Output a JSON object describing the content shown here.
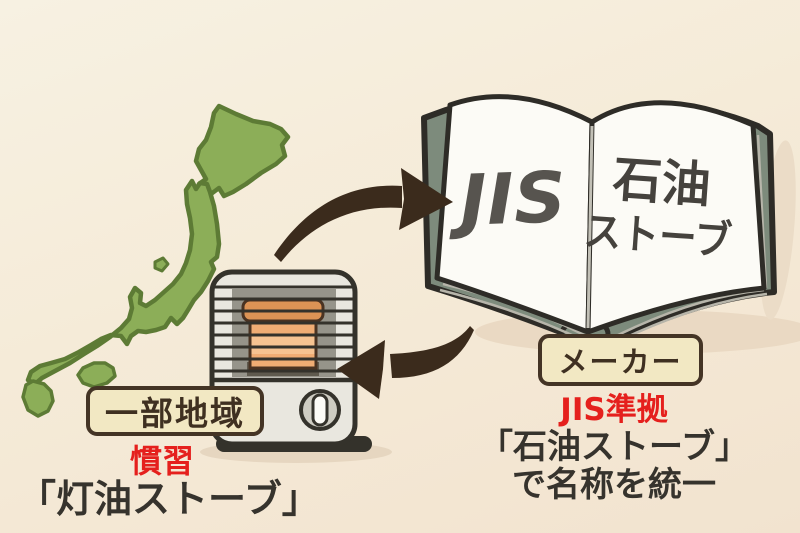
{
  "figure": {
    "description": "Infographic: in some regions of Japan the heater is customarily called 灯油ストーブ, while JIS and manufacturers unify the name as 石油ストーブ",
    "book": {
      "left_page_text": "JIS",
      "right_page_line1": "石油",
      "right_page_line2": "ストーブ"
    },
    "left_caption": {
      "badge": "一部地域",
      "subtitle": "慣習",
      "title": "「灯油ストーブ」"
    },
    "right_caption": {
      "badge": "メーカー",
      "subtitle": "JIS準拠",
      "title_line1": "「石油ストーブ」",
      "title_line2": "で名称を統一"
    },
    "colors": {
      "background": "#f5ebd8",
      "accent_red": "#e5201d",
      "ink_dark": "#36332d",
      "badge_background": "#f2e8c3",
      "badge_border": "#443425",
      "map_green_fill": "#8cae58",
      "map_green_outline": "#5d7b35",
      "arrow_brown": "#3b2b1c",
      "book_cover": "#7d8b7c",
      "book_page": "#fcfbf6",
      "stove_body": "#e9e7df",
      "stove_glow_orange": "#f0ad74"
    },
    "icons": [
      {
        "name": "japan-map",
        "meaning": "stylized map of Japan"
      },
      {
        "name": "kerosene-stove",
        "meaning": "cartoon kerosene heater"
      },
      {
        "name": "open-book",
        "meaning": "open standards book"
      },
      {
        "name": "arrow-to-book",
        "meaning": "curved arrow from stove to book"
      },
      {
        "name": "arrow-to-stove",
        "meaning": "curved arrow from book to stove"
      }
    ]
  }
}
